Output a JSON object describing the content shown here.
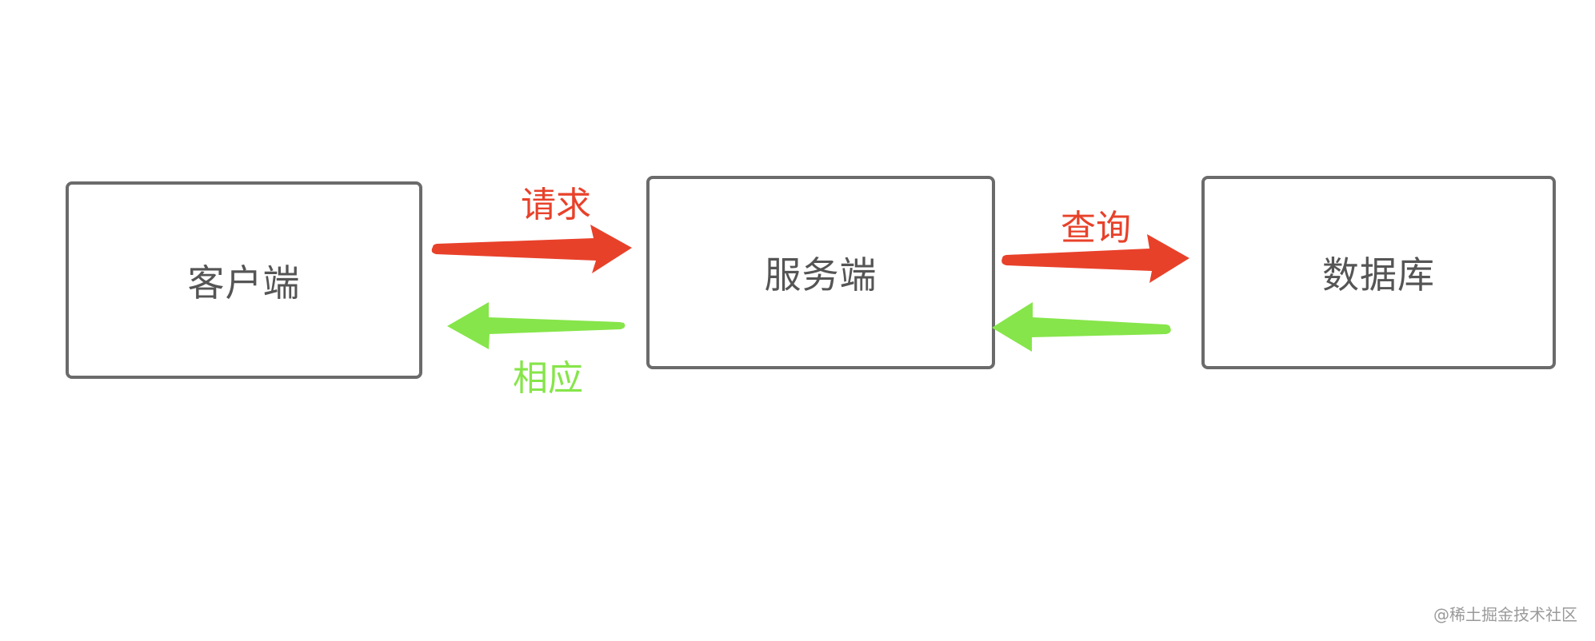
{
  "diagram": {
    "nodes": [
      {
        "id": "client",
        "label": "客户端"
      },
      {
        "id": "server",
        "label": "服务端"
      },
      {
        "id": "database",
        "label": "数据库"
      }
    ],
    "edges": [
      {
        "id": "request",
        "from": "client",
        "to": "server",
        "label": "请求",
        "color": "#e8412a"
      },
      {
        "id": "response",
        "from": "server",
        "to": "client",
        "label": "相应",
        "color": "#86e54a"
      },
      {
        "id": "query",
        "from": "server",
        "to": "database",
        "label": "查询",
        "color": "#e8412a"
      },
      {
        "id": "db-response",
        "from": "database",
        "to": "server",
        "label": "",
        "color": "#86e54a"
      }
    ]
  },
  "colors": {
    "node_border": "#6b6b6b",
    "node_text": "#555555",
    "request_arrow": "#e8412a",
    "response_arrow": "#86e54a"
  },
  "watermark": "@稀土掘金技术社区"
}
